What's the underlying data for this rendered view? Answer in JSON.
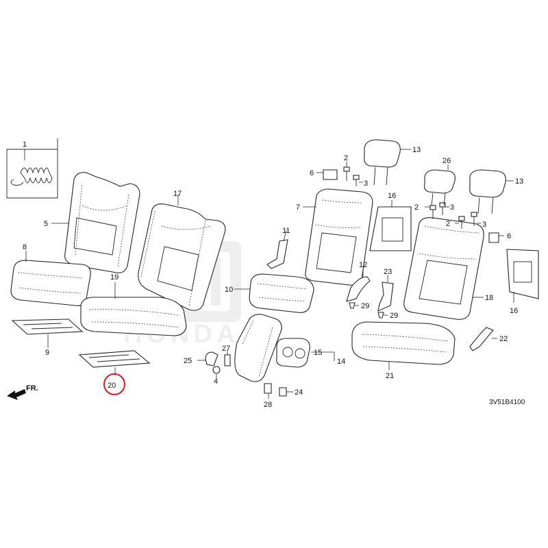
{
  "diagram_code": "3V51B4100",
  "direction_label": "FR.",
  "highlighted_part": "20",
  "watermark": "HONDA",
  "callouts": [
    "1",
    "2",
    "2",
    "2",
    "3",
    "3",
    "3",
    "4",
    "5",
    "6",
    "6",
    "7",
    "8",
    "9",
    "10",
    "11",
    "12",
    "13",
    "13",
    "14",
    "15",
    "16",
    "16",
    "17",
    "18",
    "19",
    "20",
    "21",
    "22",
    "23",
    "24",
    "25",
    "26",
    "27",
    "28",
    "29",
    "29"
  ]
}
